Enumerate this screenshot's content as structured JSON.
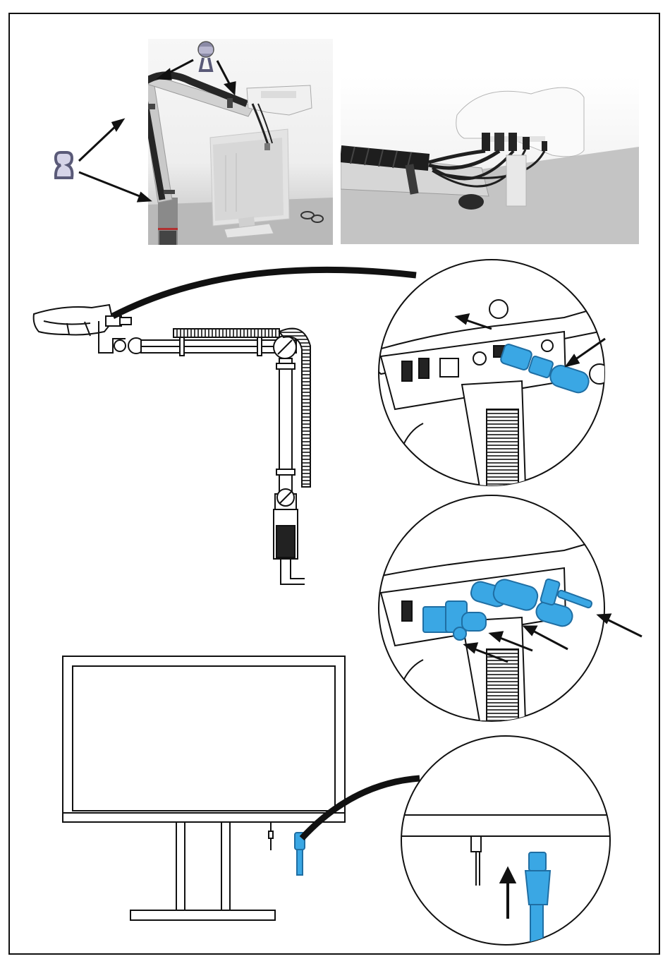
{
  "document": {
    "type": "installation-diagram",
    "colors": {
      "cable_blue": "#3aa7e4",
      "cable_blue_dark": "#1f6ea3",
      "line_black": "#111111",
      "photo_gray": "#cfcfcf"
    },
    "icons": [
      "cable-clip-icon",
      "arrow-icon"
    ],
    "panels": [
      "photo-arm-overview",
      "photo-head-connectors",
      "drawing-arm-assembly",
      "detail-circle-first-cable",
      "detail-circle-all-cables",
      "drawing-monitor",
      "detail-circle-monitor-cable"
    ]
  }
}
